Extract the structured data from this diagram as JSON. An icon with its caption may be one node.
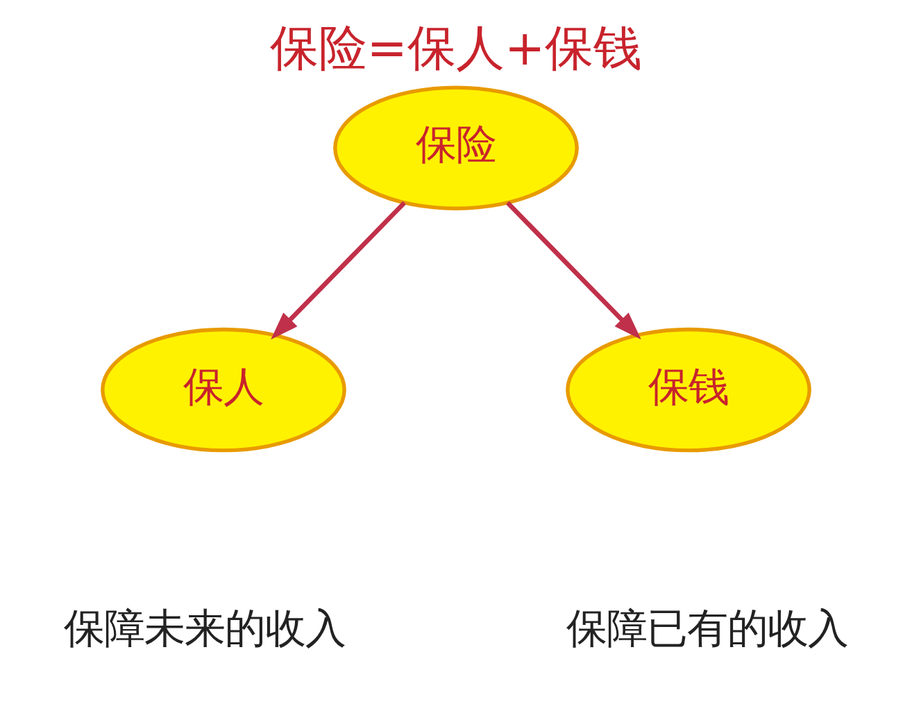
{
  "diagram": {
    "title": "保险=保人+保钱",
    "nodes": [
      {
        "text": [
          "保险"
        ]
      },
      {
        "text": [
          "保人"
        ],
        "beside": [
          "保障未来的收入"
        ]
      },
      {
        "text": [
          "保钱"
        ],
        "beside": [
          "保障已有的收入"
        ]
      }
    ],
    "edges": [
      {
        "from": 0,
        "to": 1,
        "arrow": "to"
      },
      {
        "from": 0,
        "to": 2,
        "arrow": "to"
      }
    ]
  }
}
